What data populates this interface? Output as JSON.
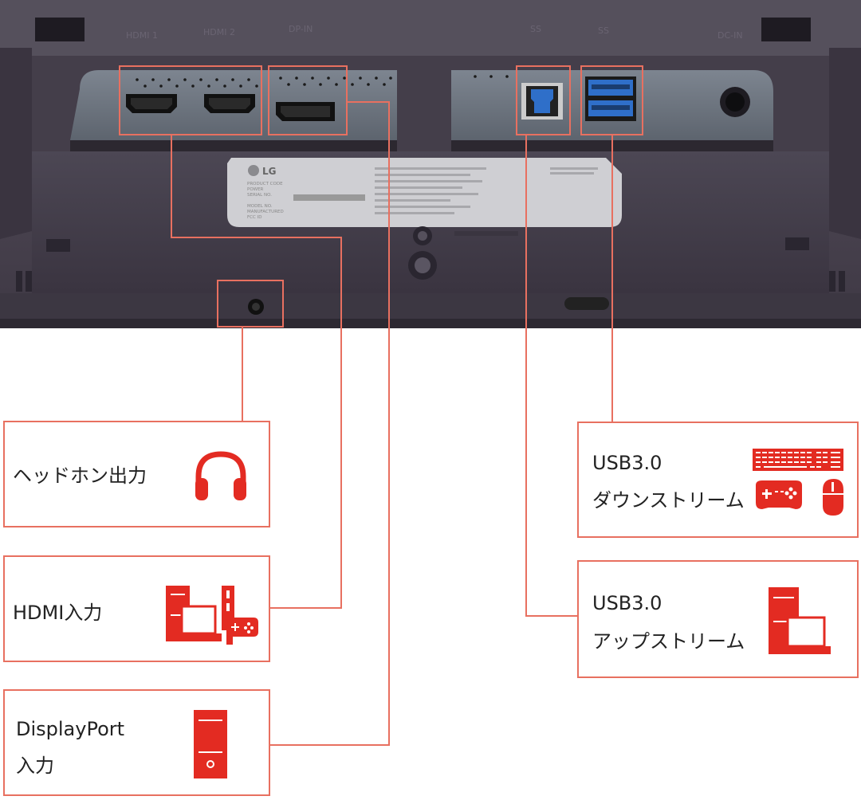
{
  "photo": {
    "port_labels": [
      "HDMI 1",
      "HDMI 2",
      "DP-IN",
      "SS",
      "SS",
      "DC-IN"
    ],
    "brand": "LG",
    "sticker_lines": [
      "PRODUCT CODE",
      "POWER",
      "SERIAL NO.",
      "MODEL NO.",
      "MANUFACTURED",
      "FCC ID"
    ]
  },
  "cards": {
    "headphone": {
      "label": "ヘッドホン出力"
    },
    "hdmi": {
      "label": "HDMI入力"
    },
    "displayport": {
      "line1": "DisplayPort",
      "line2": "入力"
    },
    "usb_down": {
      "line1": "USB3.0",
      "line2": "ダウンストリーム"
    },
    "usb_up": {
      "line1": "USB3.0",
      "line2": "アップストリーム"
    }
  },
  "colors": {
    "accent": "#e32b22",
    "border": "#e87060",
    "device_body": "#4a4450",
    "port_blue": "#2f6fc9"
  },
  "icons": {
    "headphone": "headphones-icon",
    "hdmi": "pc-laptop-console-icon",
    "displayport": "pc-tower-icon",
    "usb_down": "keyboard-gamepad-mouse-icon",
    "usb_up": "pc-laptop-icon"
  }
}
